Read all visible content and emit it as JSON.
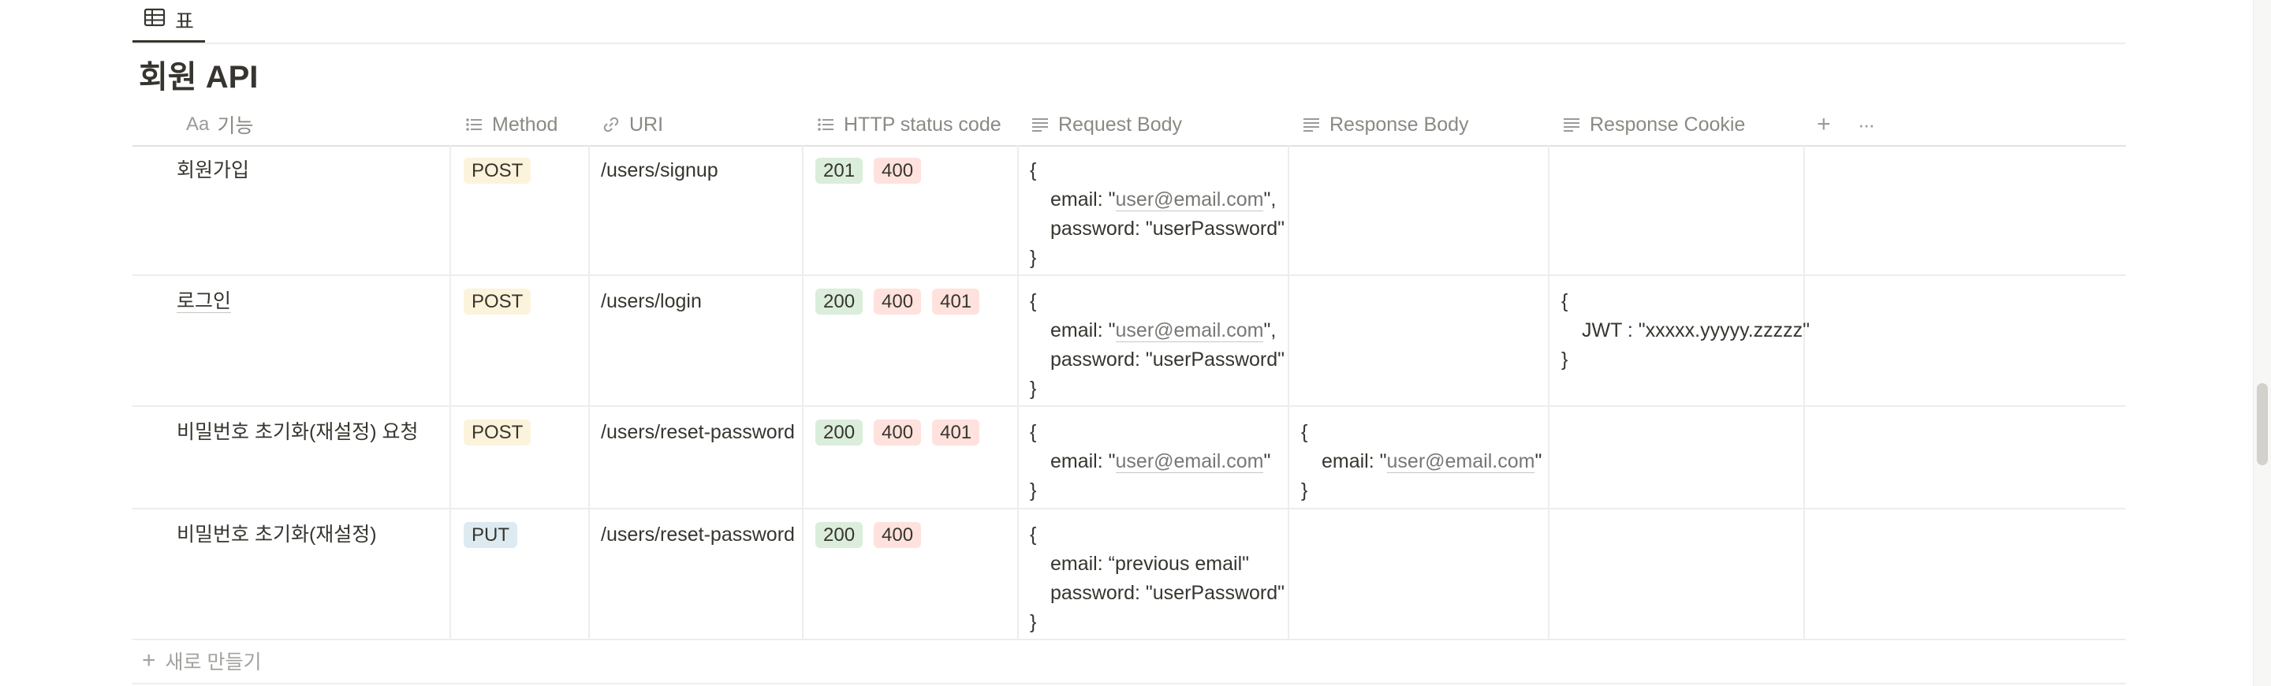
{
  "view_tab": {
    "icon": "table-icon",
    "label": "표"
  },
  "page_title": "회원 API",
  "columns": [
    {
      "icon": "title-icon",
      "label": "기능",
      "prefix": "Aa"
    },
    {
      "icon": "list-icon",
      "label": "Method"
    },
    {
      "icon": "link-icon",
      "label": "URI"
    },
    {
      "icon": "list-icon",
      "label": "HTTP status code"
    },
    {
      "icon": "text-icon",
      "label": "Request Body"
    },
    {
      "icon": "text-icon",
      "label": "Response Body"
    },
    {
      "icon": "text-icon",
      "label": "Response Cookie"
    }
  ],
  "header_actions": {
    "add": "+",
    "more": "···"
  },
  "rows": [
    {
      "name": "회원가입",
      "method": "POST",
      "uri": "/users/signup",
      "codes": [
        "201",
        "400"
      ],
      "request": {
        "open": "{",
        "line1_pre": "email: \"",
        "line1_link": "user@email.com",
        "line1_post": "\",",
        "line2": "password: \"userPassword\"",
        "close": "}"
      },
      "response": "",
      "cookie": ""
    },
    {
      "name": "로그인",
      "method": "POST",
      "uri": "/users/login",
      "codes": [
        "200",
        "400",
        "401"
      ],
      "request": {
        "open": "{",
        "line1_pre": "email: \"",
        "line1_link": "user@email.com",
        "line1_post": "\",",
        "line2": "password: \"userPassword\"",
        "close": "}"
      },
      "response": "",
      "cookie": {
        "open": "{",
        "line1": "JWT : \"xxxxx.yyyyy.zzzzz\"",
        "close": "}"
      }
    },
    {
      "name": "비밀번호 초기화(재설정) 요청",
      "method": "POST",
      "uri": "/users/reset-password",
      "codes": [
        "200",
        "400",
        "401"
      ],
      "request": {
        "open": "{",
        "line1_pre": "email: \"",
        "line1_link": "user@email.com",
        "line1_post": "\"",
        "close": "}"
      },
      "response": {
        "open": "{",
        "line1_pre": "email: \"",
        "line1_link": "user@email.com",
        "line1_post": "\"",
        "close": "}"
      },
      "cookie": ""
    },
    {
      "name": "비밀번호 초기화(재설정)",
      "method": "PUT",
      "uri": "/users/reset-password",
      "codes": [
        "200",
        "400"
      ],
      "request": {
        "open": "{",
        "line1": "email: “previous email\"",
        "line2": "password: \"userPassword\"",
        "close": "}"
      },
      "response": "",
      "cookie": ""
    }
  ],
  "new_row": {
    "icon": "plus-icon",
    "label": "새로 만들기"
  },
  "colors": {
    "post": "#fbf3db",
    "put": "#ddebf1",
    "ok": "#dbeddb",
    "error": "#ffe2dd",
    "text": "#37352f",
    "muted": "#8b8983"
  }
}
